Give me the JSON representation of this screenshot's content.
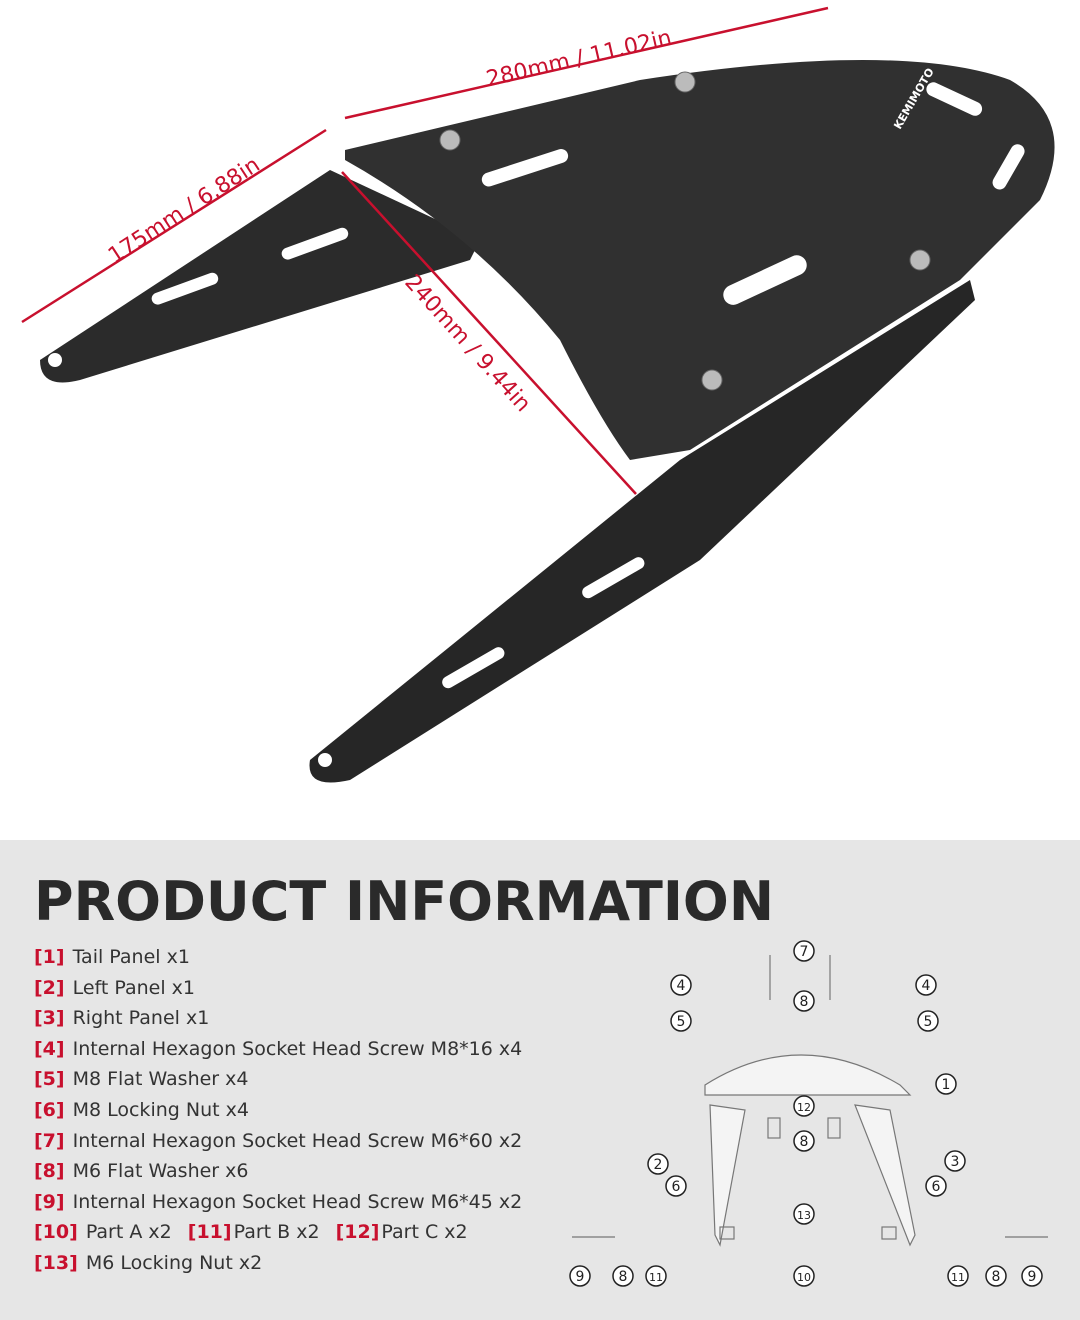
{
  "dimensions": {
    "length": "280mm / 11.02in",
    "width": "175mm / 6.88in",
    "depth": "240mm / 9.44in"
  },
  "logo": "KEMIMOTO",
  "colors": {
    "accent": "#c8102e",
    "metal": "#2b2b2b",
    "panel_bg": "#e6e6e6"
  },
  "info": {
    "title": "PRODUCT INFORMATION",
    "parts": [
      {
        "num": "[1]",
        "label": "Tail Panel x1"
      },
      {
        "num": "[2]",
        "label": "Left Panel x1"
      },
      {
        "num": "[3]",
        "label": "Right Panel x1"
      },
      {
        "num": "[4]",
        "label": "Internal Hexagon Socket Head Screw M8*16 x4"
      },
      {
        "num": "[5]",
        "label": "M8 Flat Washer x4"
      },
      {
        "num": "[6]",
        "label": "M8 Locking Nut x4"
      },
      {
        "num": "[7]",
        "label": "Internal Hexagon Socket Head Screw M6*60 x2"
      },
      {
        "num": "[8]",
        "label": "M6 Flat Washer x6"
      },
      {
        "num": "[9]",
        "label": "Internal Hexagon Socket Head Screw M6*45 x2"
      }
    ],
    "row10": [
      {
        "num": "[10]",
        "label": "Part A x2"
      },
      {
        "num": "[11]",
        "label": "Part B x2"
      },
      {
        "num": "[12]",
        "label": "Part C x2"
      }
    ],
    "row13": {
      "num": "[13]",
      "label": "M6 Locking Nut x2"
    }
  },
  "callouts": [
    "7",
    "4",
    "4",
    "8",
    "5",
    "5",
    "1",
    "12",
    "8",
    "2",
    "3",
    "6",
    "6",
    "13",
    "9",
    "8",
    "11",
    "10",
    "11",
    "8",
    "9"
  ]
}
